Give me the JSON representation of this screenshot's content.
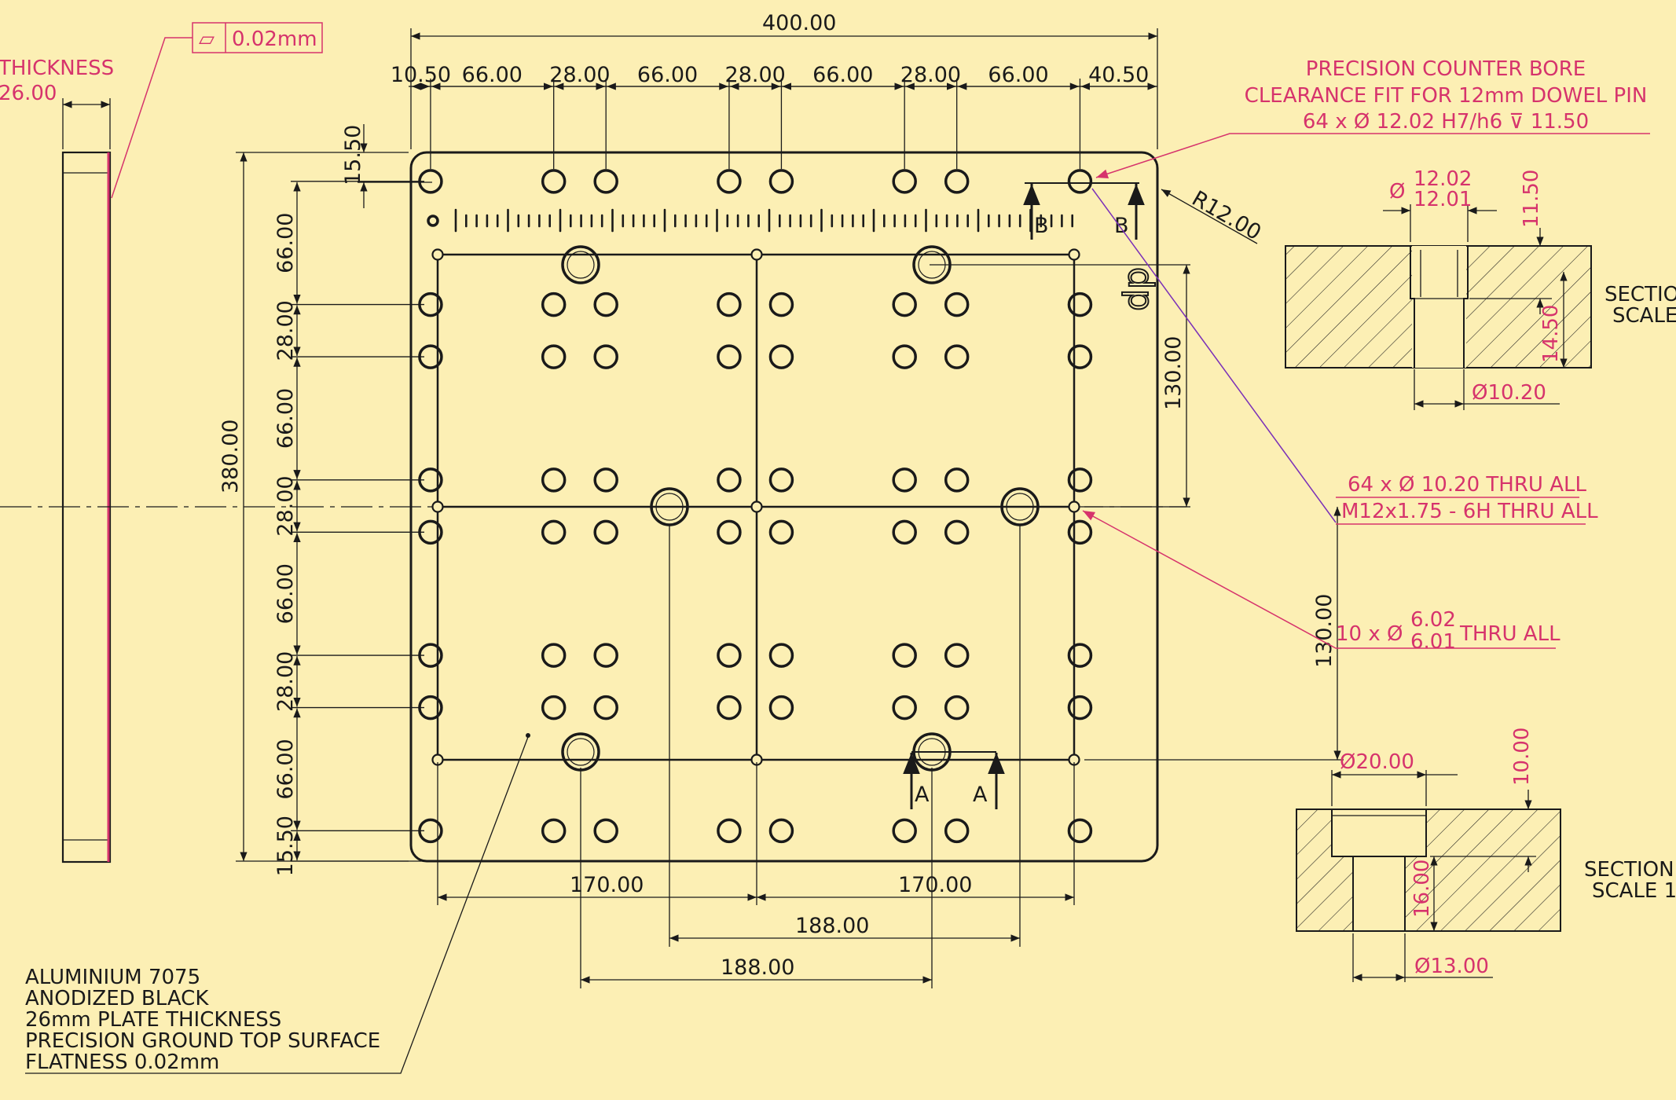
{
  "colors": {
    "background": "#fcefb4",
    "ink": "#1a1a1a",
    "callout": "#d6336c",
    "leader_violet": "#7a2fb8"
  },
  "side_view": {
    "title": "THICKNESS",
    "thickness": "26.00",
    "flatness_symbol": "▱",
    "flatness_value": "0.02mm"
  },
  "top_dims": {
    "overall": "400.00",
    "chain": [
      "10.50",
      "66.00",
      "28.00",
      "66.00",
      "28.00",
      "66.00",
      "28.00",
      "66.00",
      "40.50"
    ]
  },
  "left_dims": {
    "overall": "380.00",
    "top_offset": "15.50",
    "chain": [
      "66.00",
      "28.00",
      "66.00",
      "28.00",
      "66.00",
      "28.00",
      "66.00",
      "15.50"
    ]
  },
  "right_dims": {
    "upper": "130.00",
    "lower": "130.00",
    "radius": "R12.00"
  },
  "bottom_dims": {
    "grid_a": "170.00",
    "grid_b": "170.00",
    "bolt_inner": "188.00",
    "bolt_outer": "188.00"
  },
  "section_labels": {
    "a": "A",
    "b": "B"
  },
  "callouts": {
    "counterbore_line1": "PRECISION COUNTER BORE",
    "counterbore_line2": "CLEARANCE FIT FOR 12mm DOWEL PIN",
    "counterbore_line3": "64 x Ø 12.02 H7/h6 ⊽ 11.50",
    "thru_line1": "64 x Ø 10.20 THRU ALL",
    "thru_line2": "M12x1.75 - 6H THRU ALL",
    "small_prefix": "10 x Ø",
    "small_upper": "6.02",
    "small_lower": "6.01",
    "small_suffix": "THRU ALL"
  },
  "section_b": {
    "dia_prefix": "Ø",
    "dia_upper": "12.02",
    "dia_lower": "12.01",
    "depth": "11.50",
    "lower_depth": "14.50",
    "hole_dia": "Ø10.20",
    "label_line1": "SECTIO",
    "label_line2": "SCALE"
  },
  "section_a": {
    "bore_dia": "Ø20.00",
    "bore_depth": "10.00",
    "hole_depth": "16.00",
    "hole_dia": "Ø13.00",
    "label_line1": "SECTION",
    "label_line2": "SCALE 1"
  },
  "material_note": [
    "ALUMINIUM 7075",
    "ANODIZED BLACK",
    "26mm PLATE THICKNESS",
    "PRECISION GROUND TOP SURFACE",
    "FLATNESS 0.02mm"
  ]
}
